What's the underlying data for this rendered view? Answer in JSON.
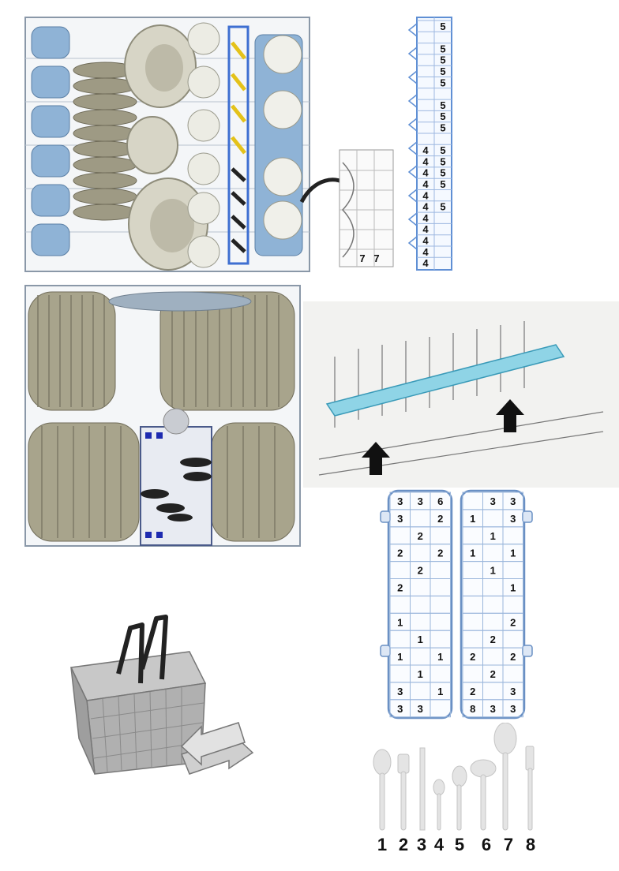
{
  "upper_rack_fold": {
    "numbers": [
      "7",
      "7"
    ]
  },
  "cutlery_tray_strip": {
    "rows": [
      [
        "",
        "5"
      ],
      [
        "",
        ""
      ],
      [
        "",
        "5"
      ],
      [
        "",
        "5"
      ],
      [
        "",
        "5"
      ],
      [
        "",
        "5"
      ],
      [
        "",
        ""
      ],
      [
        "",
        "5"
      ],
      [
        "",
        "5"
      ],
      [
        "",
        "5"
      ],
      [
        "",
        ""
      ],
      [
        "4",
        "5"
      ],
      [
        "4",
        "5"
      ],
      [
        "4",
        "5"
      ],
      [
        "4",
        "5"
      ],
      [
        "4",
        ""
      ],
      [
        "4",
        "5"
      ],
      [
        "4",
        ""
      ],
      [
        "4",
        ""
      ],
      [
        "4",
        ""
      ],
      [
        "4",
        ""
      ],
      [
        "4",
        ""
      ]
    ]
  },
  "cutlery_basket_grid": {
    "left_rows": [
      [
        "3",
        "3",
        "6"
      ],
      [
        "3",
        "",
        "2"
      ],
      [
        "",
        "2",
        ""
      ],
      [
        "2",
        "",
        "2"
      ],
      [
        "",
        "2",
        ""
      ],
      [
        "2",
        "",
        ""
      ],
      [
        "",
        "",
        ""
      ],
      [
        "1",
        "",
        ""
      ],
      [
        "",
        "1",
        ""
      ],
      [
        "1",
        "",
        "1"
      ],
      [
        "",
        "1",
        ""
      ],
      [
        "3",
        "",
        "1"
      ],
      [
        "3",
        "3",
        ""
      ]
    ],
    "right_rows": [
      [
        "",
        "3",
        "3"
      ],
      [
        "1",
        "",
        "3"
      ],
      [
        "",
        "1",
        ""
      ],
      [
        "1",
        "",
        "1"
      ],
      [
        "",
        "1",
        ""
      ],
      [
        "",
        "",
        "1"
      ],
      [
        "",
        "",
        ""
      ],
      [
        "",
        "",
        "2"
      ],
      [
        "",
        "2",
        ""
      ],
      [
        "2",
        "",
        "2"
      ],
      [
        "",
        "2",
        ""
      ],
      [
        "2",
        "",
        "3"
      ],
      [
        "8",
        "3",
        "3"
      ]
    ]
  },
  "cutlery_legend": {
    "numbers": [
      "1",
      "2",
      "3",
      "4",
      "5",
      "6",
      "7",
      "8"
    ]
  }
}
